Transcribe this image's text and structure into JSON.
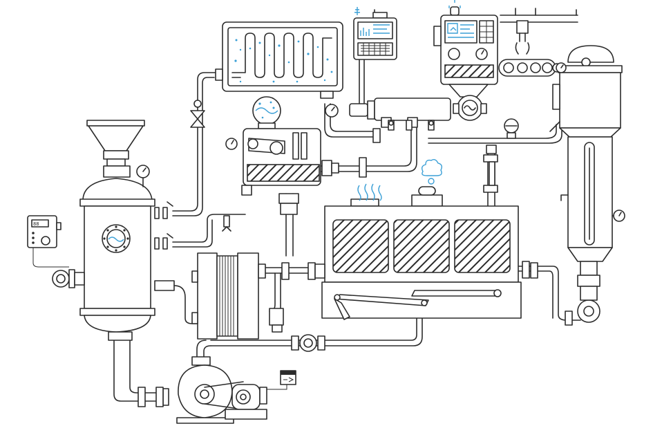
{
  "colors": {
    "ink": "#2b2b2b",
    "accent": "#3a9fd6",
    "background": "#ffffff"
  },
  "components": {
    "hopper": {
      "icon": "hopper-funnel"
    },
    "main_tank": {
      "icon": "vertical-pressure-vessel"
    },
    "control_box": {
      "icon": "wall-control-box",
      "readout": "88"
    },
    "pressure_gauge": {
      "icon": "pressure-gauge"
    },
    "radiator": {
      "icon": "serpentine-coil-heat-exchanger"
    },
    "computer_terminal": {
      "icon": "computer-terminal"
    },
    "control_panel": {
      "icon": "robot-control-panel"
    },
    "conveyor": {
      "icon": "conveyor-with-claw"
    },
    "distillation_column": {
      "icon": "vertical-column-tank"
    },
    "crystal_ball_unit": {
      "icon": "belt-drive-unit-with-globe"
    },
    "plate_heat_exchanger": {
      "icon": "plate-heat-exchanger"
    },
    "reactor_box": {
      "icon": "reactor-with-three-hatched-panels"
    },
    "centrifugal_pump": {
      "icon": "centrifugal-pump"
    },
    "motor": {
      "icon": "electric-motor"
    },
    "switch_box": {
      "icon": "switch-box"
    },
    "flow_meter": {
      "icon": "flow-meter"
    },
    "steam": {
      "icon": "steam-waves"
    },
    "smoke": {
      "icon": "smoke-puff"
    }
  }
}
